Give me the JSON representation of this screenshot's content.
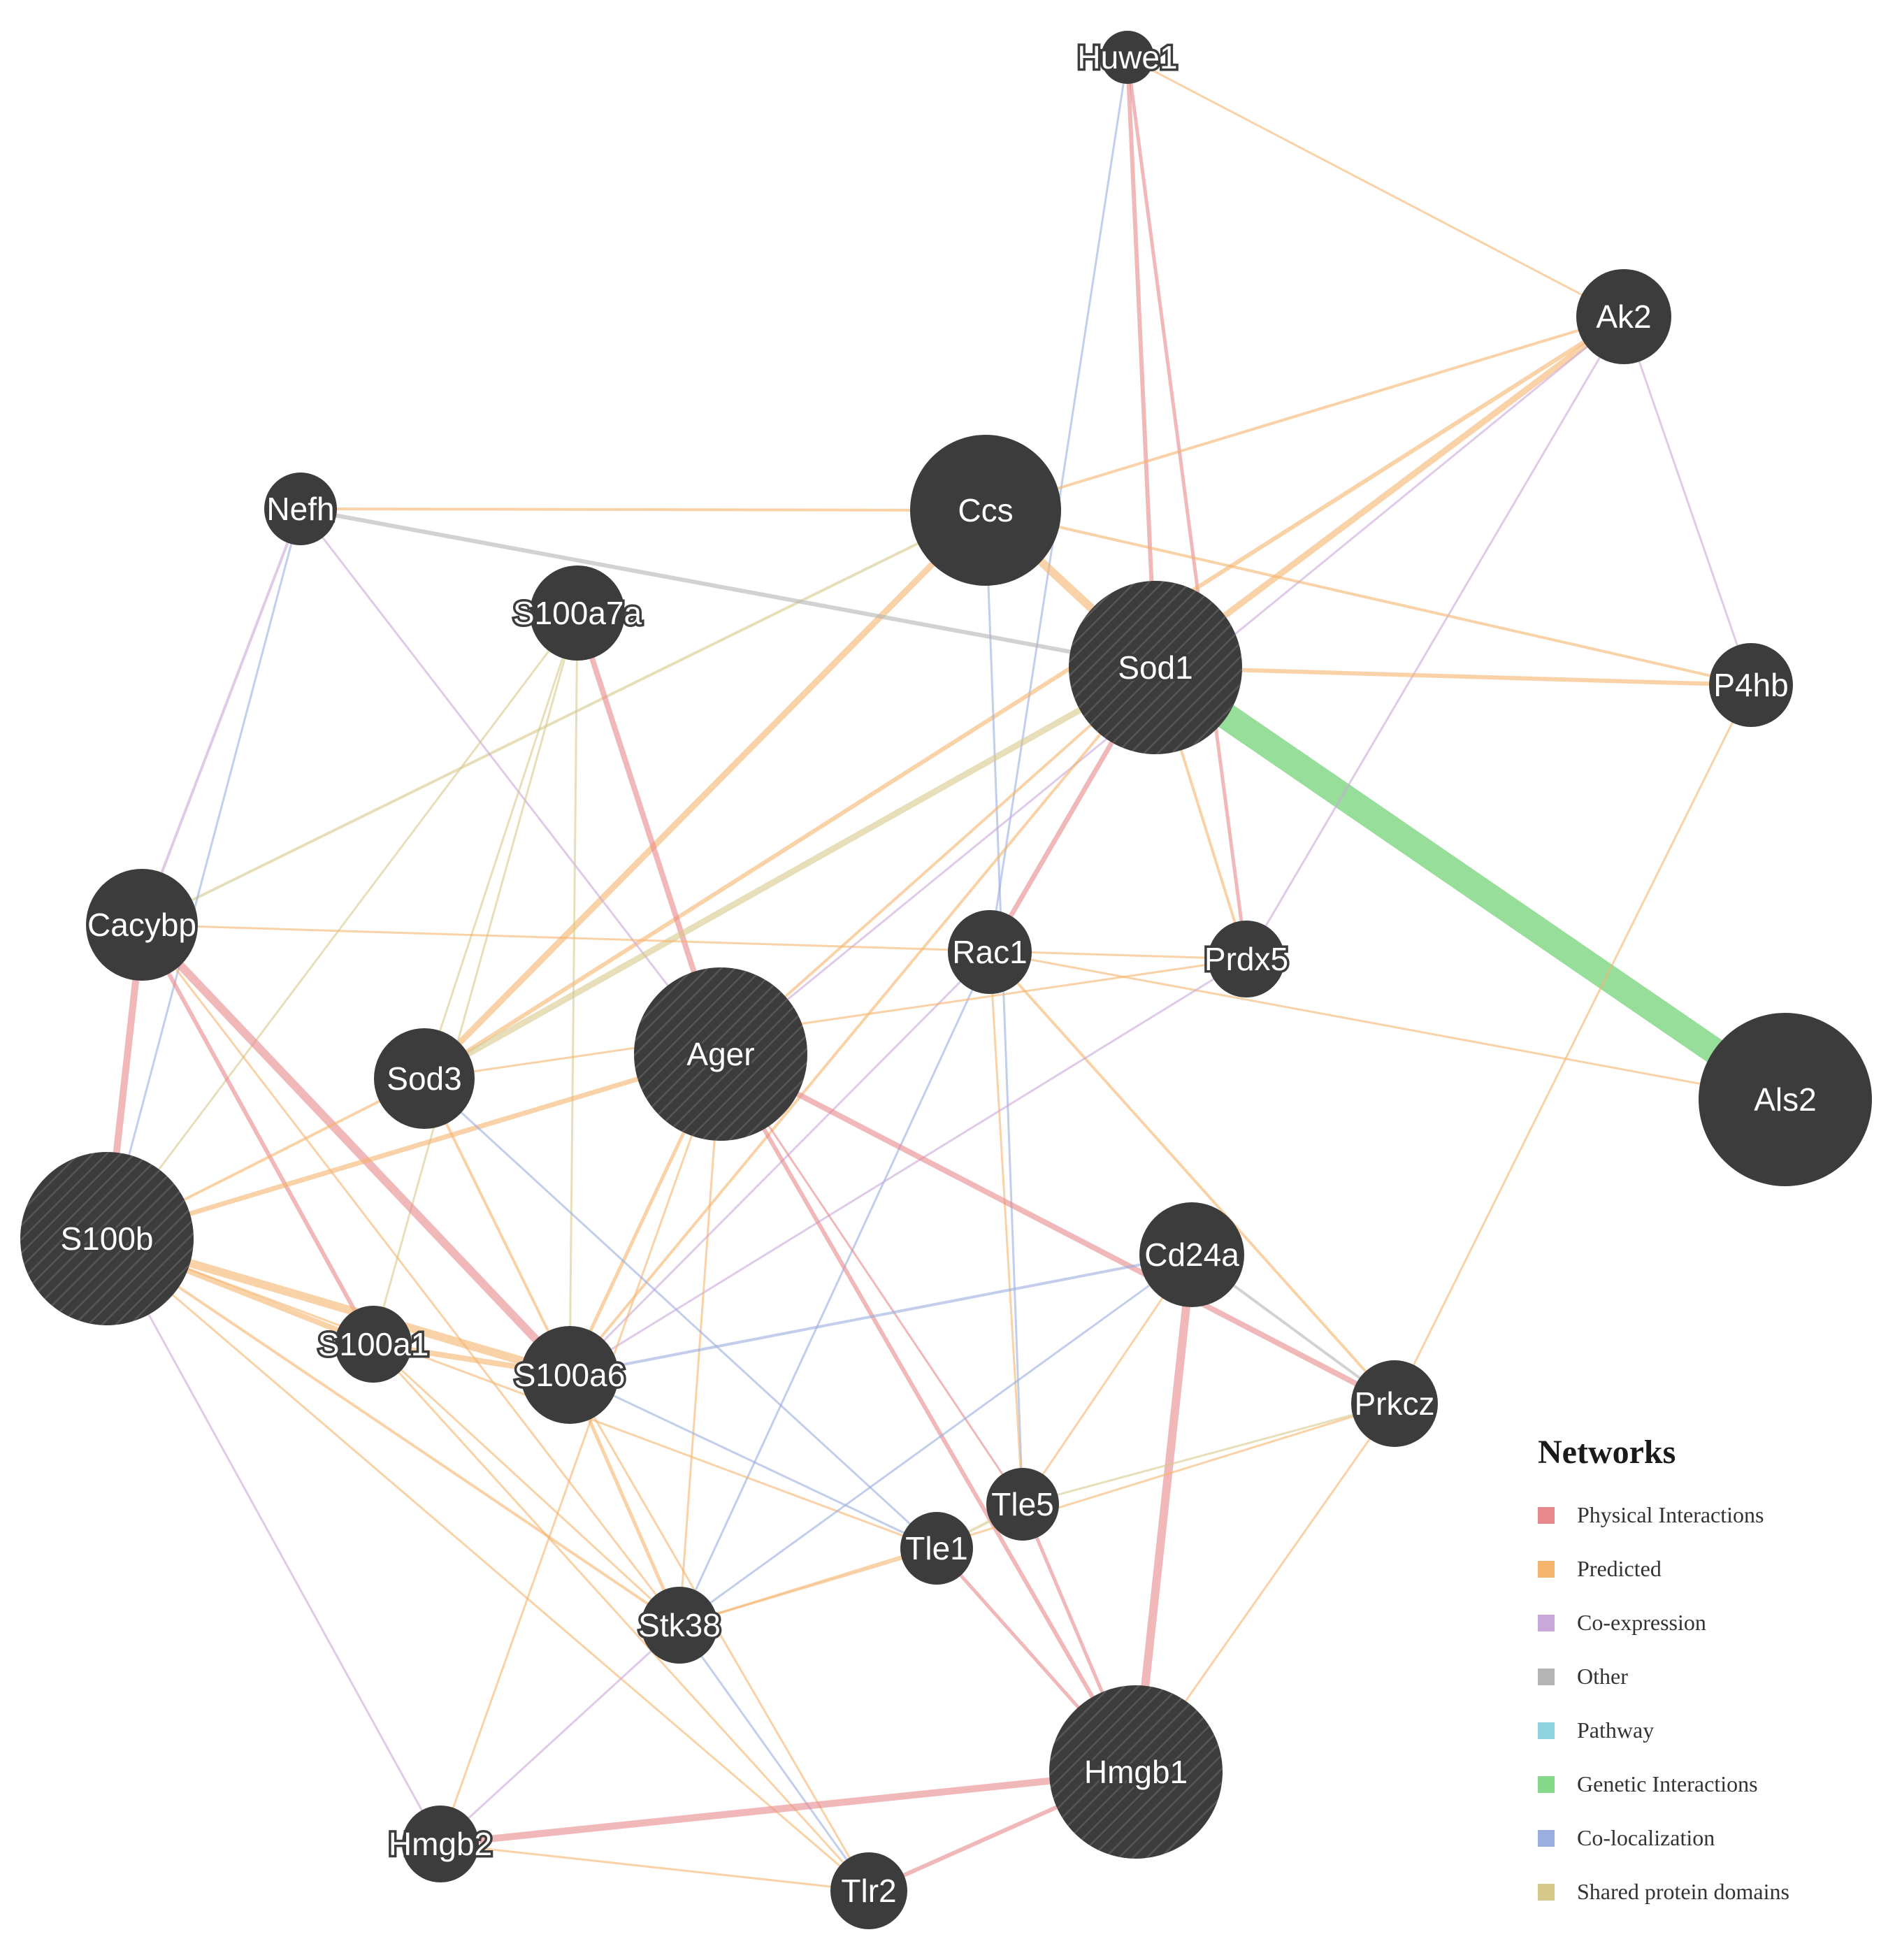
{
  "legend": {
    "title": "Networks",
    "items": [
      {
        "label": "Physical Interactions",
        "color": "#e8888c"
      },
      {
        "label": "Predicted",
        "color": "#f5b46e"
      },
      {
        "label": "Co-expression",
        "color": "#c9a9d9"
      },
      {
        "label": "Other",
        "color": "#b4b4b4"
      },
      {
        "label": "Pathway",
        "color": "#8fd3df"
      },
      {
        "label": "Genetic Interactions",
        "color": "#86d88a"
      },
      {
        "label": "Co-localization",
        "color": "#9aaee0"
      },
      {
        "label": "Shared protein domains",
        "color": "#d6c98a"
      }
    ]
  },
  "node_style": {
    "fill": "#3c3c3c",
    "hatch": "#555555",
    "label_color": "#ffffff"
  },
  "nodes": [
    {
      "id": "Huwe1",
      "label": "Huwe1",
      "query": false
    },
    {
      "id": "Ak2",
      "label": "Ak2",
      "query": false
    },
    {
      "id": "Ccs",
      "label": "Ccs",
      "query": false
    },
    {
      "id": "Nefh",
      "label": "Nefh",
      "query": false
    },
    {
      "id": "S100a7a",
      "label": "S100a7a",
      "query": false
    },
    {
      "id": "Sod1",
      "label": "Sod1",
      "query": true
    },
    {
      "id": "P4hb",
      "label": "P4hb",
      "query": false
    },
    {
      "id": "Cacybp",
      "label": "Cacybp",
      "query": false
    },
    {
      "id": "Rac1",
      "label": "Rac1",
      "query": false
    },
    {
      "id": "Prdx5",
      "label": "Prdx5",
      "query": false
    },
    {
      "id": "Sod3",
      "label": "Sod3",
      "query": false
    },
    {
      "id": "Ager",
      "label": "Ager",
      "query": true
    },
    {
      "id": "Als2",
      "label": "Als2",
      "query": false
    },
    {
      "id": "S100b",
      "label": "S100b",
      "query": true
    },
    {
      "id": "Cd24a",
      "label": "Cd24a",
      "query": false
    },
    {
      "id": "S100a1",
      "label": "S100a1",
      "query": false
    },
    {
      "id": "S100a6",
      "label": "S100a6",
      "query": false
    },
    {
      "id": "Prkcz",
      "label": "Prkcz",
      "query": false
    },
    {
      "id": "Tle5",
      "label": "Tle5",
      "query": false
    },
    {
      "id": "Tle1",
      "label": "Tle1",
      "query": false
    },
    {
      "id": "Stk38",
      "label": "Stk38",
      "query": false
    },
    {
      "id": "Hmgb1",
      "label": "Hmgb1",
      "query": true
    },
    {
      "id": "Hmgb2",
      "label": "Hmgb2",
      "query": false
    },
    {
      "id": "Tlr2",
      "label": "Tlr2",
      "query": false
    }
  ],
  "edges": [
    {
      "s": "Sod1",
      "t": "Als2",
      "type": "Genetic Interactions",
      "w": 38
    },
    {
      "s": "Huwe1",
      "t": "Sod1",
      "type": "Physical Interactions",
      "w": 6
    },
    {
      "s": "Huwe1",
      "t": "Prdx5",
      "type": "Physical Interactions",
      "w": 5
    },
    {
      "s": "Huwe1",
      "t": "Ak2",
      "type": "Predicted",
      "w": 3
    },
    {
      "s": "Huwe1",
      "t": "Rac1",
      "type": "Co-localization",
      "w": 3
    },
    {
      "s": "Ak2",
      "t": "Ccs",
      "type": "Predicted",
      "w": 4
    },
    {
      "s": "Ak2",
      "t": "Sod1",
      "type": "Predicted",
      "w": 9
    },
    {
      "s": "Ak2",
      "t": "P4hb",
      "type": "Co-expression",
      "w": 3
    },
    {
      "s": "Ak2",
      "t": "Prdx5",
      "type": "Co-expression",
      "w": 3
    },
    {
      "s": "Ak2",
      "t": "Sod3",
      "type": "Predicted",
      "w": 6
    },
    {
      "s": "Ak2",
      "t": "Ager",
      "type": "Co-expression",
      "w": 3
    },
    {
      "s": "Ccs",
      "t": "Sod1",
      "type": "Predicted",
      "w": 12
    },
    {
      "s": "Ccs",
      "t": "Sod3",
      "type": "Predicted",
      "w": 9
    },
    {
      "s": "Ccs",
      "t": "Nefh",
      "type": "Predicted",
      "w": 4
    },
    {
      "s": "Ccs",
      "t": "Cacybp",
      "type": "Shared protein domains",
      "w": 4
    },
    {
      "s": "Ccs",
      "t": "P4hb",
      "type": "Predicted",
      "w": 4
    },
    {
      "s": "Ccs",
      "t": "Tle5",
      "type": "Co-localization",
      "w": 3
    },
    {
      "s": "Nefh",
      "t": "Sod1",
      "type": "Other",
      "w": 6
    },
    {
      "s": "Nefh",
      "t": "Cacybp",
      "type": "Co-expression",
      "w": 4
    },
    {
      "s": "Nefh",
      "t": "S100b",
      "type": "Co-localization",
      "w": 3
    },
    {
      "s": "Nefh",
      "t": "Ager",
      "type": "Co-expression",
      "w": 3
    },
    {
      "s": "S100a7a",
      "t": "Ager",
      "type": "Physical Interactions",
      "w": 8
    },
    {
      "s": "S100a7a",
      "t": "Sod3",
      "type": "Shared protein domains",
      "w": 3
    },
    {
      "s": "S100a7a",
      "t": "S100a6",
      "type": "Shared protein domains",
      "w": 3
    },
    {
      "s": "S100a7a",
      "t": "S100b",
      "type": "Shared protein domains",
      "w": 3
    },
    {
      "s": "S100a7a",
      "t": "S100a1",
      "type": "Shared protein domains",
      "w": 3
    },
    {
      "s": "Sod1",
      "t": "Sod3",
      "type": "Shared protein domains",
      "w": 9
    },
    {
      "s": "Sod1",
      "t": "Rac1",
      "type": "Physical Interactions",
      "w": 7
    },
    {
      "s": "Sod1",
      "t": "Prdx5",
      "type": "Predicted",
      "w": 4
    },
    {
      "s": "Sod1",
      "t": "P4hb",
      "type": "Predicted",
      "w": 6
    },
    {
      "s": "Sod1",
      "t": "S100a6",
      "type": "Predicted",
      "w": 4
    },
    {
      "s": "Sod1",
      "t": "Ager",
      "type": "Predicted",
      "w": 4
    },
    {
      "s": "Cacybp",
      "t": "S100b",
      "type": "Physical Interactions",
      "w": 10
    },
    {
      "s": "Cacybp",
      "t": "S100a6",
      "type": "Physical Interactions",
      "w": 12
    },
    {
      "s": "Cacybp",
      "t": "S100a1",
      "type": "Physical Interactions",
      "w": 6
    },
    {
      "s": "Cacybp",
      "t": "Prdx5",
      "type": "Predicted",
      "w": 3
    },
    {
      "s": "Cacybp",
      "t": "Stk38",
      "type": "Predicted",
      "w": 3
    },
    {
      "s": "Rac1",
      "t": "Als2",
      "type": "Predicted",
      "w": 3
    },
    {
      "s": "Rac1",
      "t": "Prkcz",
      "type": "Predicted",
      "w": 4
    },
    {
      "s": "Rac1",
      "t": "Stk38",
      "type": "Co-localization",
      "w": 3
    },
    {
      "s": "Rac1",
      "t": "Tle5",
      "type": "Predicted",
      "w": 3
    },
    {
      "s": "Rac1",
      "t": "S100a6",
      "type": "Co-expression",
      "w": 3
    },
    {
      "s": "Prdx5",
      "t": "S100a6",
      "type": "Co-expression",
      "w": 3
    },
    {
      "s": "Prdx5",
      "t": "Sod3",
      "type": "Predicted",
      "w": 3
    },
    {
      "s": "Ager",
      "t": "S100b",
      "type": "Predicted",
      "w": 7
    },
    {
      "s": "Ager",
      "t": "S100a6",
      "type": "Predicted",
      "w": 5
    },
    {
      "s": "Ager",
      "t": "Prkcz",
      "type": "Physical Interactions",
      "w": 8
    },
    {
      "s": "Ager",
      "t": "Hmgb1",
      "type": "Physical Interactions",
      "w": 6
    },
    {
      "s": "Ager",
      "t": "Hmgb2",
      "type": "Predicted",
      "w": 3
    },
    {
      "s": "Ager",
      "t": "Stk38",
      "type": "Predicted",
      "w": 3
    },
    {
      "s": "Ager",
      "t": "Tle5",
      "type": "Physical Interactions",
      "w": 3
    },
    {
      "s": "Sod3",
      "t": "S100b",
      "type": "Predicted",
      "w": 4
    },
    {
      "s": "Sod3",
      "t": "S100a6",
      "type": "Predicted",
      "w": 4
    },
    {
      "s": "Sod3",
      "t": "Tle1",
      "type": "Co-localization",
      "w": 3
    },
    {
      "s": "S100b",
      "t": "S100a6",
      "type": "Predicted",
      "w": 12
    },
    {
      "s": "S100b",
      "t": "S100a1",
      "type": "Predicted",
      "w": 8
    },
    {
      "s": "S100b",
      "t": "Stk38",
      "type": "Predicted",
      "w": 4
    },
    {
      "s": "S100b",
      "t": "Tle1",
      "type": "Predicted",
      "w": 3
    },
    {
      "s": "S100b",
      "t": "Hmgb2",
      "type": "Co-expression",
      "w": 3
    },
    {
      "s": "S100b",
      "t": "Tlr2",
      "type": "Predicted",
      "w": 3
    },
    {
      "s": "S100a1",
      "t": "S100a6",
      "type": "Predicted",
      "w": 8
    },
    {
      "s": "S100a1",
      "t": "Stk38",
      "type": "Predicted",
      "w": 3
    },
    {
      "s": "S100a1",
      "t": "Tlr2",
      "type": "Predicted",
      "w": 3
    },
    {
      "s": "S100a6",
      "t": "Cd24a",
      "type": "Co-localization",
      "w": 4
    },
    {
      "s": "S100a6",
      "t": "Stk38",
      "type": "Predicted",
      "w": 5
    },
    {
      "s": "S100a6",
      "t": "Tle1",
      "type": "Co-localization",
      "w": 3
    },
    {
      "s": "S100a6",
      "t": "Tlr2",
      "type": "Predicted",
      "w": 3
    },
    {
      "s": "Cd24a",
      "t": "Prkcz",
      "type": "Other",
      "w": 4
    },
    {
      "s": "Cd24a",
      "t": "Hmgb1",
      "type": "Physical Interactions",
      "w": 12
    },
    {
      "s": "Cd24a",
      "t": "Stk38",
      "type": "Co-localization",
      "w": 3
    },
    {
      "s": "Cd24a",
      "t": "Tle5",
      "type": "Predicted",
      "w": 3
    },
    {
      "s": "Prkcz",
      "t": "Tle5",
      "type": "Shared protein domains",
      "w": 3
    },
    {
      "s": "Prkcz",
      "t": "Hmgb1",
      "type": "Predicted",
      "w": 3
    },
    {
      "s": "Prkcz",
      "t": "P4hb",
      "type": "Predicted",
      "w": 3
    },
    {
      "s": "Prkcz",
      "t": "Stk38",
      "type": "Predicted",
      "w": 3
    },
    {
      "s": "Tle5",
      "t": "Tle1",
      "type": "Shared protein domains",
      "w": 4
    },
    {
      "s": "Tle5",
      "t": "Hmgb1",
      "type": "Physical Interactions",
      "w": 5
    },
    {
      "s": "Tle1",
      "t": "Hmgb1",
      "type": "Physical Interactions",
      "w": 5
    },
    {
      "s": "Tle1",
      "t": "Stk38",
      "type": "Predicted",
      "w": 3
    },
    {
      "s": "Stk38",
      "t": "Hmgb2",
      "type": "Co-expression",
      "w": 3
    },
    {
      "s": "Stk38",
      "t": "Tlr2",
      "type": "Co-localization",
      "w": 3
    },
    {
      "s": "Hmgb1",
      "t": "Hmgb2",
      "type": "Physical Interactions",
      "w": 10
    },
    {
      "s": "Hmgb1",
      "t": "Tlr2",
      "type": "Physical Interactions",
      "w": 6
    },
    {
      "s": "Hmgb2",
      "t": "Tlr2",
      "type": "Predicted",
      "w": 3
    }
  ]
}
